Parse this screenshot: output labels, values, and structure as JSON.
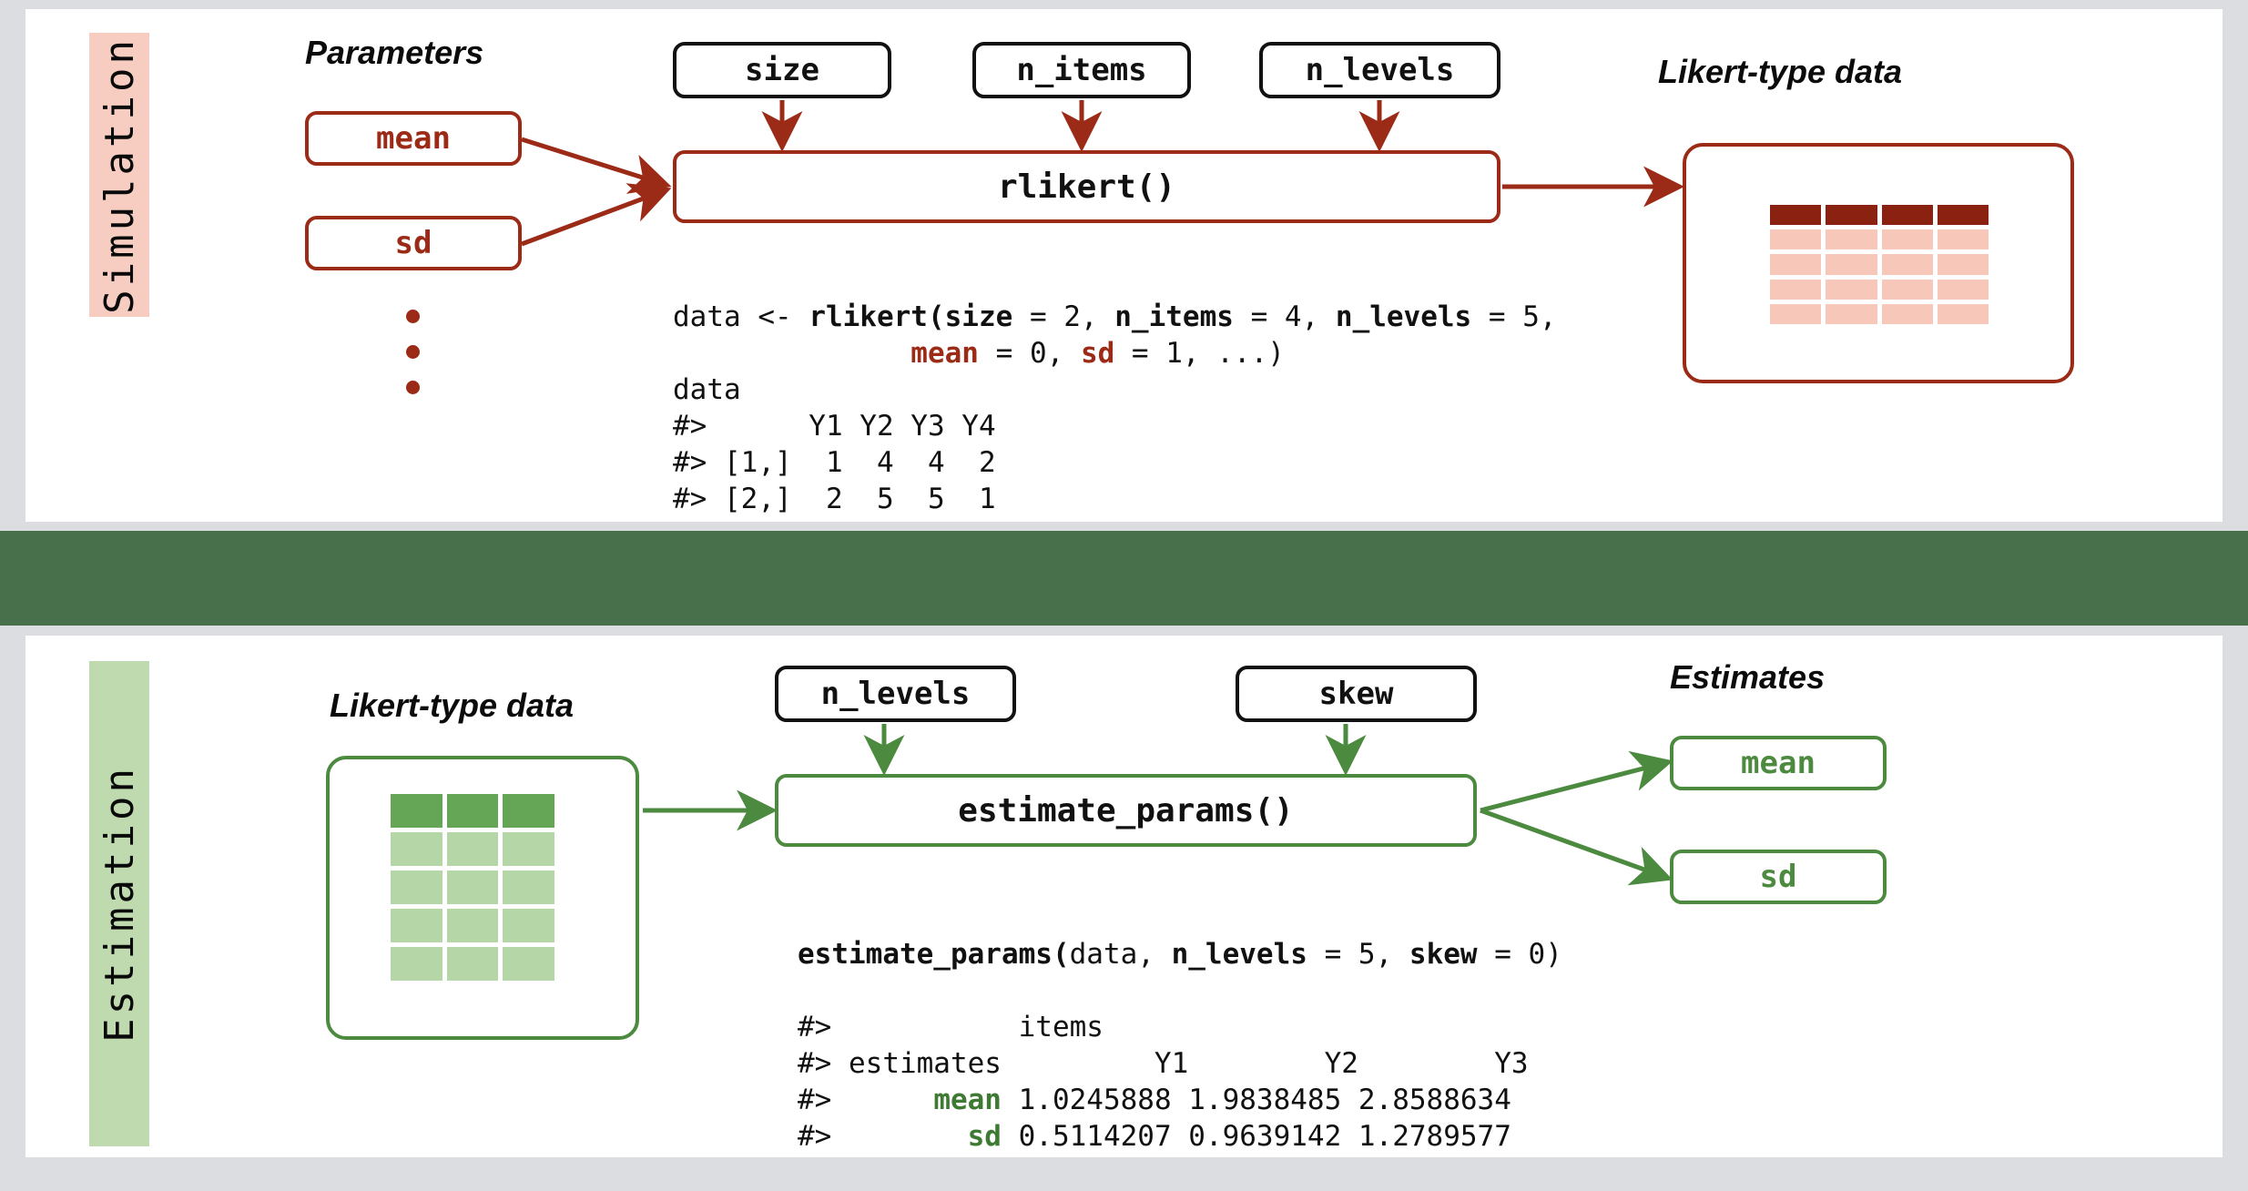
{
  "figure": {
    "background": "#dcdde0",
    "divider_color": "#47704b",
    "red_accent": "#9b2a16",
    "green_accent": "#4c8a3f"
  },
  "simulation": {
    "tab_label": "Simulation",
    "tab_color": "#f7cdc2",
    "parameters_caption": "Parameters",
    "param_boxes": [
      {
        "label": "mean"
      },
      {
        "label": "sd"
      }
    ],
    "ellipsis_dots": 3,
    "arg_boxes": [
      {
        "label": "size"
      },
      {
        "label": "n_items"
      },
      {
        "label": "n_levels"
      }
    ],
    "function_label": "rlikert()",
    "output_caption": "Likert-type data",
    "grid": {
      "columns": 4,
      "header_rows": 1,
      "body_rows": 4,
      "header_color": "#8b2111",
      "body_color": "#f7c8ba"
    },
    "code": {
      "line1_pre": "data <- ",
      "line1_fn": "rlikert(",
      "line1_a1": "size",
      "line1_a1v": " = 2, ",
      "line1_a2": "n_items",
      "line1_a2v": " = 4, ",
      "line1_a3": "n_levels",
      "line1_a3v": " = 5,",
      "line2_indent": "              ",
      "line2_a1": "mean",
      "line2_a1v": " = 0, ",
      "line2_a2": "sd",
      "line2_a2v": " = 1, ...)",
      "line3": "data",
      "line4": "#>      Y1 Y2 Y3 Y4",
      "line5": "#> [1,]  1  4  4  2",
      "line6": "#> [2,]  2  5  5  1"
    }
  },
  "estimation": {
    "tab_label": "Estimation",
    "tab_color": "#bedaae",
    "input_caption": "Likert-type data",
    "grid": {
      "columns": 3,
      "header_rows": 1,
      "body_rows": 4,
      "header_color": "#64a655",
      "body_color": "#b5d6a7"
    },
    "arg_boxes": [
      {
        "label": "n_levels"
      },
      {
        "label": "skew"
      }
    ],
    "function_label": "estimate_params()",
    "estimates_caption": "Estimates",
    "estimate_boxes": [
      {
        "label": "mean"
      },
      {
        "label": "sd"
      }
    ],
    "code": {
      "call_fn": "estimate_params(",
      "call_a0": "data, ",
      "call_a1": "n_levels",
      "call_a1v": " = 5, ",
      "call_a2": "skew",
      "call_a2v": " = 0)",
      "line_items": "#>           items",
      "line_header": "#> estimates         Y1        Y2        Y3",
      "line_mean_pre": "#>      ",
      "line_mean_kw": "mean",
      "line_mean_val": " 1.0245888 1.9838485 2.8588634",
      "line_sd_pre": "#>        ",
      "line_sd_kw": "sd",
      "line_sd_val": " 0.5114207 0.9639142 1.2789577"
    }
  }
}
